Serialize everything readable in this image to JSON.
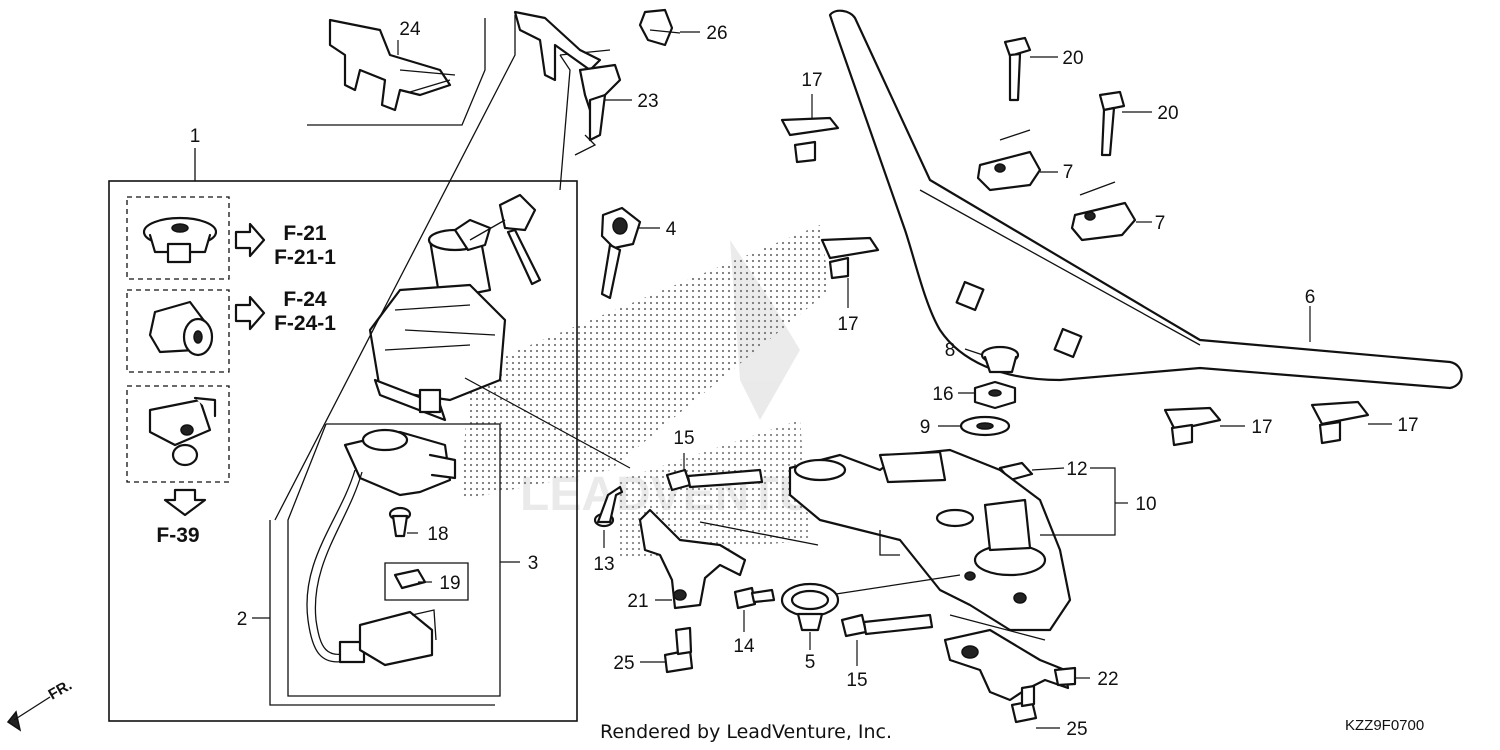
{
  "diagram": {
    "callouts": [
      {
        "id": "c1",
        "label": "1"
      },
      {
        "id": "c2",
        "label": "2"
      },
      {
        "id": "c3",
        "label": "3"
      },
      {
        "id": "c4",
        "label": "4"
      },
      {
        "id": "c5",
        "label": "5"
      },
      {
        "id": "c6",
        "label": "6"
      },
      {
        "id": "c7a",
        "label": "7"
      },
      {
        "id": "c7b",
        "label": "7"
      },
      {
        "id": "c8",
        "label": "8"
      },
      {
        "id": "c9",
        "label": "9"
      },
      {
        "id": "c10",
        "label": "10"
      },
      {
        "id": "c12",
        "label": "12"
      },
      {
        "id": "c13",
        "label": "13"
      },
      {
        "id": "c14",
        "label": "14"
      },
      {
        "id": "c15a",
        "label": "15"
      },
      {
        "id": "c15b",
        "label": "15"
      },
      {
        "id": "c16",
        "label": "16"
      },
      {
        "id": "c17a",
        "label": "17"
      },
      {
        "id": "c17b",
        "label": "17"
      },
      {
        "id": "c17c",
        "label": "17"
      },
      {
        "id": "c17d",
        "label": "17"
      },
      {
        "id": "c18",
        "label": "18"
      },
      {
        "id": "c19",
        "label": "19"
      },
      {
        "id": "c20a",
        "label": "20"
      },
      {
        "id": "c20b",
        "label": "20"
      },
      {
        "id": "c21",
        "label": "21"
      },
      {
        "id": "c22",
        "label": "22"
      },
      {
        "id": "c23",
        "label": "23"
      },
      {
        "id": "c24",
        "label": "24"
      },
      {
        "id": "c25a",
        "label": "25"
      },
      {
        "id": "c25b",
        "label": "25"
      },
      {
        "id": "c26",
        "label": "26"
      }
    ],
    "figure_refs": [
      "F-21",
      "F-21-1",
      "F-24",
      "F-24-1",
      "F-39"
    ],
    "front_marker": "FR.",
    "footer_credit": "Rendered by LeadVenture, Inc.",
    "diagram_code": "KZZ9F0700"
  }
}
